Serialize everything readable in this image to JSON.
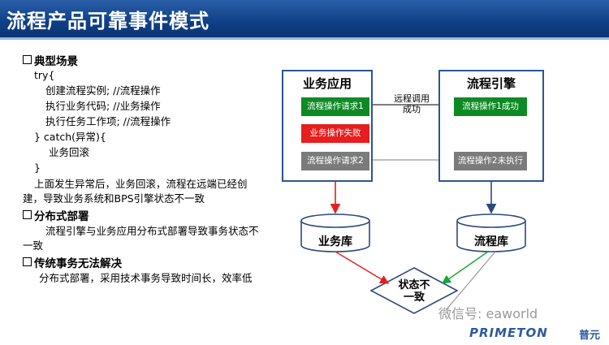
{
  "title": "流程产品可靠事件模式",
  "left": {
    "h1": "典型场景",
    "code": [
      "try{",
      "创建流程实例;      //流程操作",
      "执行业务代码;      //业务操作",
      "执行任务工作项;   //流程操作",
      "}  catch(异常){",
      "业务回滚",
      "}"
    ],
    "p1": "上面发生异常后，业务回滚，流程在远端已经创建，导致业务系统和BPS引擎状态不一致",
    "h2": "分布式部署",
    "p2": "流程引擎与业务应用分布式部署导致事务状态不一致",
    "h3": "传统事务无法解决",
    "p3": "分布式部署，采用技术事务导致时间长，效率低"
  },
  "diagram": {
    "app_title": "业务应用",
    "engine_title": "流程引擎",
    "op1": "流程操作请求1",
    "op_fail": "业务操作失败",
    "op2": "流程操作请求2",
    "engine_op1": "流程操作1成功",
    "engine_op2": "流程操作2未执行",
    "rpc_label": "远程调用\n成功",
    "db_app": "业务库",
    "db_engine": "流程库",
    "inconsistent": "状态不\n一致"
  },
  "watermark": "微信号: eaworld",
  "logo": "PRIMETON",
  "logo_cn": "普元",
  "colors": {
    "title_bar": "#0f3f86",
    "box_border": "#2b5597",
    "green": "#0e8a25",
    "red": "#e81d1d",
    "gray": "#7b7b7b"
  }
}
